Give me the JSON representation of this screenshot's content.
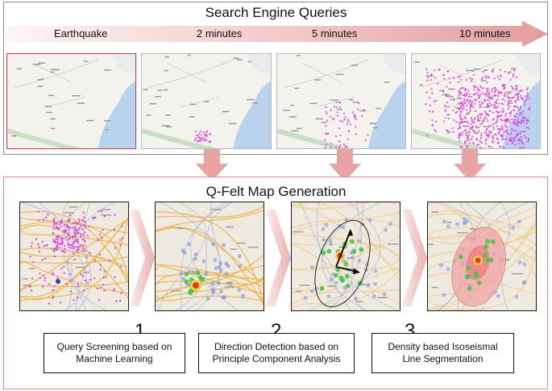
{
  "top": {
    "title": "Search Engine Queries",
    "stages": [
      {
        "label": "Earthquake"
      },
      {
        "label": "2 minutes"
      },
      {
        "label": "5 minutes"
      },
      {
        "label": "10 minutes"
      }
    ]
  },
  "bottom": {
    "title": "Q-Felt Map Generation",
    "steps": [
      {
        "number": "1",
        "line1": "Query Screening based on",
        "line2": "Machine Learning"
      },
      {
        "number": "2",
        "line1": "Direction Detection based on",
        "line2": "Principle Component Analysis"
      },
      {
        "number": "3",
        "line1": "Density based Isoseismal",
        "line2": "Line Segmentation"
      }
    ]
  },
  "colors": {
    "arrow_light": "#fbeeee",
    "arrow_dark": "#e8a3a3",
    "query_point": "#e040e0",
    "sea": "#b9d3ee",
    "highlight_border": "#d9363e",
    "ellipse_fill": "#f3a0a0"
  }
}
